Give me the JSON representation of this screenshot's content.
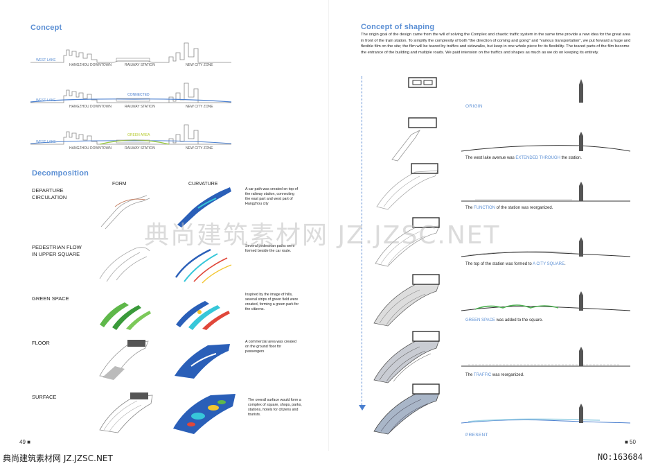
{
  "left_page": {
    "concept_heading": "Concept",
    "concept_rows": [
      {
        "left_label": "WEST LAKE",
        "labels": [
          "HANGZHOU DOWNTOWN",
          "RAILWAY STATION",
          "NEW CITY ZONE"
        ],
        "connect_label": ""
      },
      {
        "left_label": "WEST LAKE",
        "labels": [
          "HANGZHOU DOWNTOWN",
          "RAILWAY STATION",
          "NEW CITY ZONE"
        ],
        "connect_label": "CONNECTED"
      },
      {
        "left_label": "WEST LAKE",
        "labels": [
          "HANGZHOU DOWNTOWN",
          "RAILWAY STATION",
          "NEW CITY ZONE"
        ],
        "connect_label": "GREEN AREA"
      }
    ],
    "decomposition_heading": "Decomposition",
    "col_form": "FORM",
    "col_curvature": "CURVATURE",
    "rows": [
      {
        "label": "DEPARTURE\nCIRCULATION",
        "desc": "A car path was created on top of the railway station, connecting the east part and west part of Hangzhou city"
      },
      {
        "label": "PEDESTRIAN FLOW\nIN UPPER SQUARE",
        "desc": "Several pedestrian paths were formed beside the car route."
      },
      {
        "label": "GREEN SPACE",
        "desc": "Inspired by the image of hills, several strips of green field were created, forming a green park for the citizens."
      },
      {
        "label": "FLOOR",
        "desc": "A commercial area was created on the ground floor for passengers"
      },
      {
        "label": "SURFACE",
        "desc": "The overall surface would form a complex of square, shops, parks, stations, hotels for citizens and tourists."
      }
    ],
    "page_number": "49 ■"
  },
  "right_page": {
    "heading": "Concept of shaping",
    "intro": "The origin goal of the design came from the will of solving the Complex and chaotic traffic system in the same time provide a new idea for the great area in front of the train station. To simplify the complexity of both \"the direction of coming and going\" and \"various transportation\", we put forward a huge and flexible film on the site; the film will be teared by traffics and sidewalks, but keep in one whole piece for its flexibility. The teared parts of the film become the entrance of the building and multiple roads. We paid intension on the traffics and shapes as much as we do on keeping its entirety.",
    "origin_label": "ORIGIN",
    "present_label": "PRESENT",
    "captions": [
      {
        "before": "The west lake avenue was ",
        "hl": "EXTENDED THROUGH",
        "after": " the station."
      },
      {
        "before": "The ",
        "hl": "FUNCTION",
        "after": " of the station was reorganized."
      },
      {
        "before": "The top of the station was formed to ",
        "hl": "A CITY SQUARE",
        "after": "."
      },
      {
        "before": "",
        "hl": "GREEN SPACE",
        "after": " was added to the square."
      },
      {
        "before": "The ",
        "hl": "TRAFFIC",
        "after": " was reorganized."
      }
    ],
    "page_number": "■ 50"
  },
  "watermark": "典尚建筑素材网 JZ.JZSC.NET",
  "footer_left": "典尚建筑素材网 JZ.JZSC.NET",
  "footer_right": "NO:163684",
  "colors": {
    "accent": "#5b8fd4",
    "green": "#4caf50",
    "blue": "#2a5fb8"
  }
}
